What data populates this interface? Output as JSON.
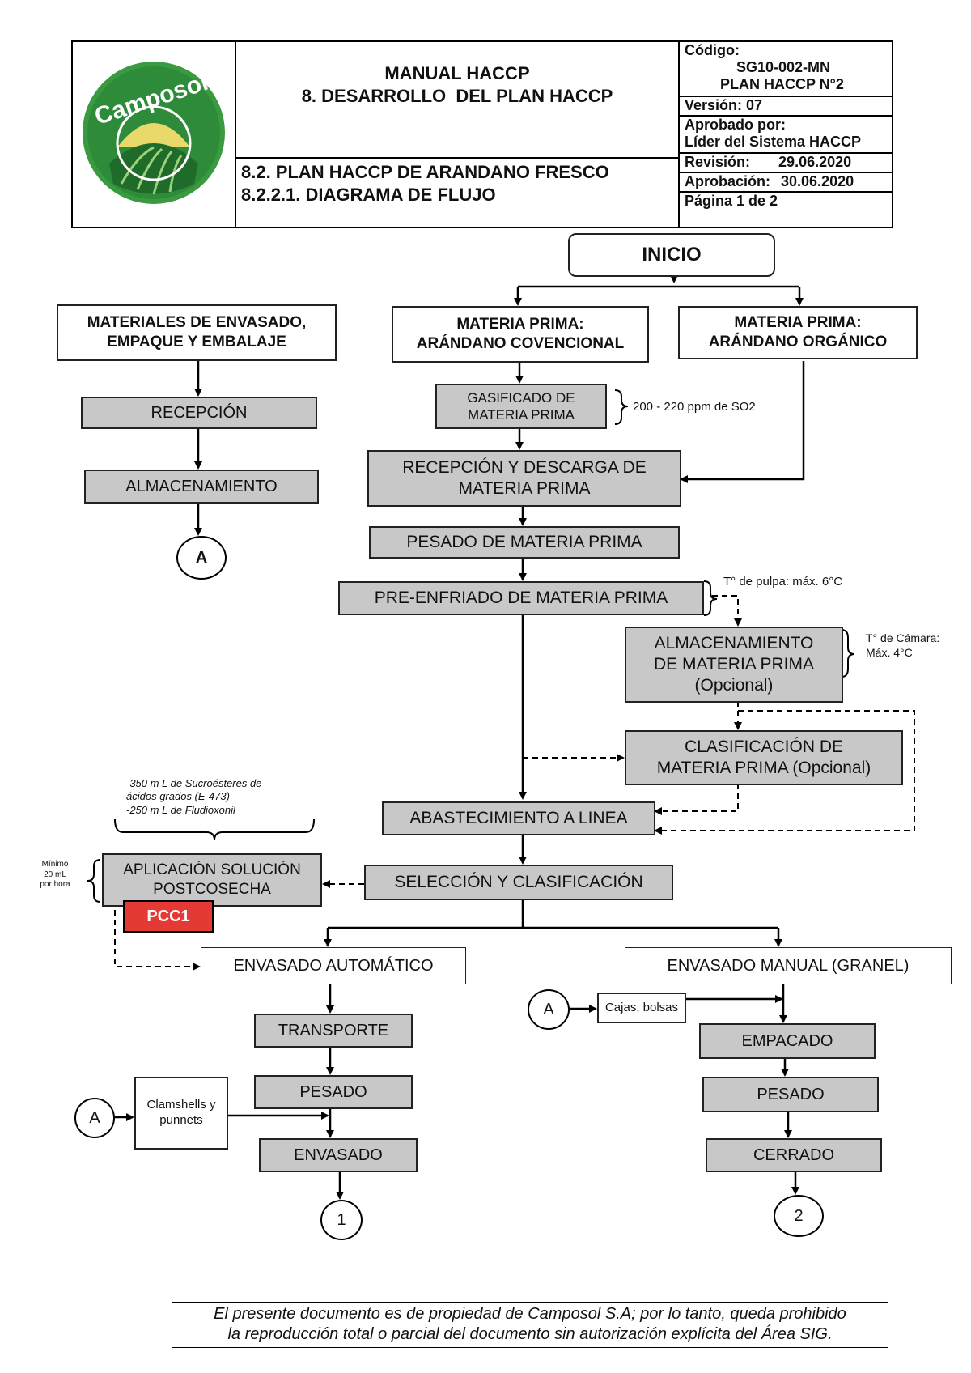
{
  "header": {
    "manual_title": "MANUAL HACCP",
    "section_title": "8. DESARROLLO  DEL PLAN HACCP",
    "plan_title": "8.2. PLAN HACCP DE ARANDANO FRESCO",
    "subsection": "8.2.2.1. DIAGRAMA DE FLUJO",
    "logo_text": "Camposol",
    "codigo_label": "Código:",
    "codigo_value": "SG10-002-MN",
    "plan_number": "PLAN HACCP N°2",
    "version": "Versión: 07",
    "aprobado_label": "Aprobado por:",
    "aprobado_value": "Líder del Sistema HACCP",
    "revision_label": "Revisión:",
    "revision_value": "29.06.2020",
    "aprobacion_label": "Aprobación:",
    "aprobacion_value": "30.06.2020",
    "pagina": "Página 1 de 2"
  },
  "flow": {
    "inicio": "INICIO",
    "materiales": "MATERIALES DE ENVASADO,\nEMPAQUE Y EMBALAJE",
    "mp_convencional": "MATERIA PRIMA:\nARÁNDANO COVENCIONAL",
    "mp_organico": "MATERIA PRIMA:\nARÁNDANO ORGÁNICO",
    "recepcion": "RECEPCIÓN",
    "almacenamiento": "ALMACENAMIENTO",
    "gasificado": "GASIFICADO DE\nMATERIA PRIMA",
    "recepcion_descarga": "RECEPCIÓN Y DESCARGA DE\nMATERIA PRIMA",
    "pesado_mp": "PESADO DE MATERIA PRIMA",
    "preenfriado": "PRE-ENFRIADO DE MATERIA PRIMA",
    "almacenamiento_mp": "ALMACENAMIENTO\nDE MATERIA PRIMA\n(Opcional)",
    "clasificacion_mp": "CLASIFICACIÓN DE\nMATERIA PRIMA (Opcional)",
    "abastecimiento": "ABASTECIMIENTO A LINEA",
    "seleccion": "SELECCIÓN Y CLASIFICACIÓN",
    "aplicacion": "APLICACIÓN SOLUCIÓN\nPOSTCOSECHA",
    "pcc": "PCC1",
    "envasado_auto": "ENVASADO AUTOMÁTICO",
    "envasado_manual": "ENVASADO MANUAL (GRANEL)",
    "transporte": "TRANSPORTE",
    "pesado_auto": "PESADO",
    "envasado": "ENVASADO",
    "clamshells": "Clamshells y\npunnets",
    "cajas": "Cajas, bolsas",
    "empacado": "EMPACADO",
    "pesado_manual": "PESADO",
    "cerrado": "CERRADO",
    "connector_a": "A",
    "connector_1": "1",
    "connector_2": "2"
  },
  "notes": {
    "gasificado": "200 - 220 ppm de SO2",
    "preenfriado": "T° de pulpa: máx. 6°C",
    "camara": "T° de Cámara:\nMáx. 4°C",
    "solucion": "-350 m L de Sucroésteres de\nácidos grados (E-473)\n-250 m L de Fludioxonil",
    "minimo": "Mínimo\n20 mL\npor hora"
  },
  "footer": {
    "line1": "El presente documento es de propiedad de Camposol S.A; por lo tanto, queda prohibido",
    "line2": "la reproducción total o parcial del documento sin autorización explícita del Área SIG."
  },
  "colors": {
    "process_fill": "#c8c8c8",
    "pcc_fill": "#e53935",
    "logo_green": "#2e8b3a"
  }
}
